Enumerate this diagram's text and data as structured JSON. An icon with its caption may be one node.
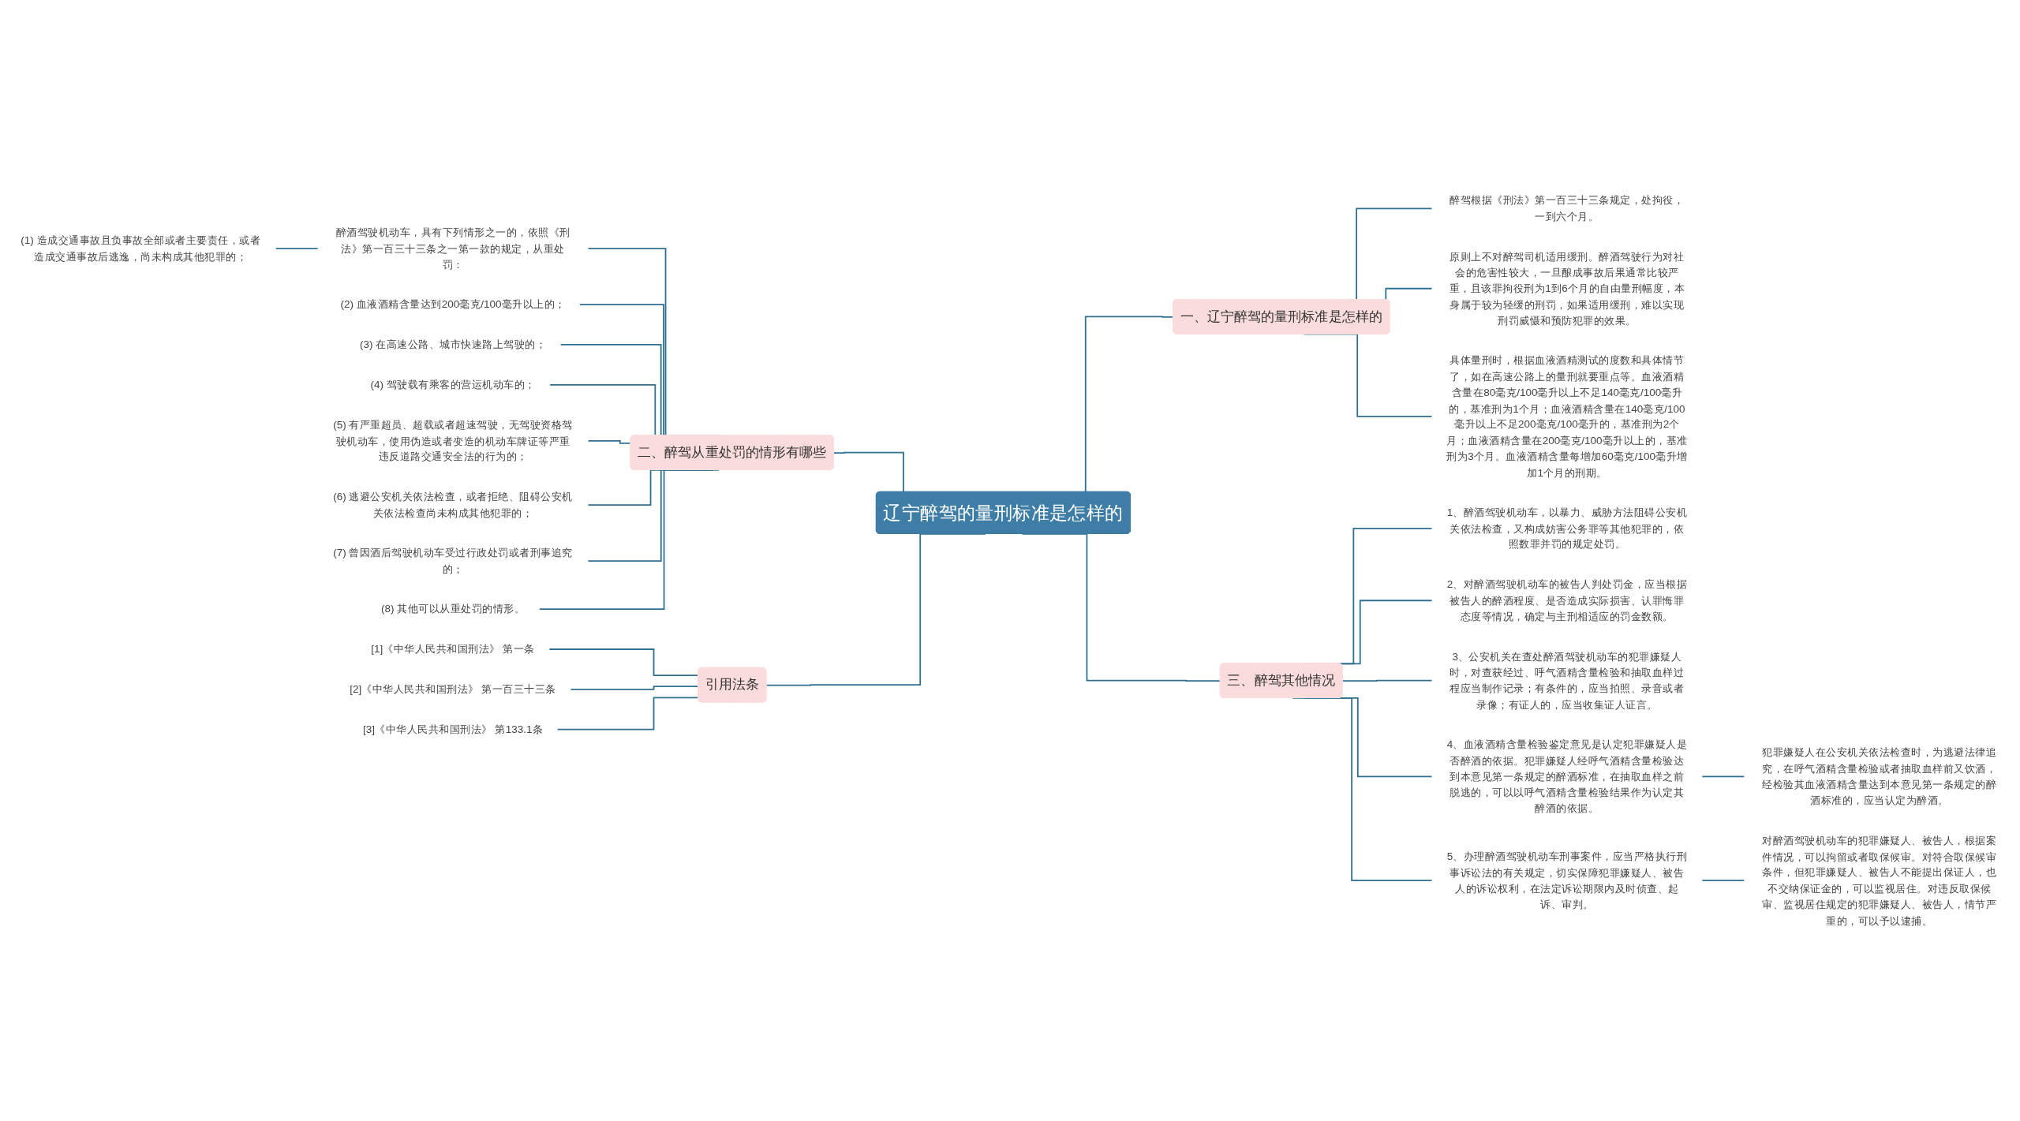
{
  "diagram": {
    "nodes": [
      {
        "text": [
          "辽宁醉驾的量刑标准是怎样的"
        ]
      },
      {
        "text": [
          "一、辽宁醉驾的量刑标准是怎样的"
        ]
      },
      {
        "text": [
          "醉驾根据《刑法》第一百三十三条规定，处拘役，一到六个月。"
        ]
      },
      {
        "text": [
          "原则上不对醉驾司机适用缓刑。醉酒驾驶行为对社会的危害性较大，一旦酿成事故后果通常比较严重，且该罪拘役刑为1到6个月的自由量刑幅度，本身属于较为轻缓的刑罚，如果适用缓刑，难以实现刑罚威慑和预防犯罪的效果。"
        ]
      },
      {
        "text": [
          "具体量刑时，根据血液酒精测试的度数和具体情节了，如在高速公路上的量刑就要重点等。血液酒精含量在80毫克/100毫升以上不足140毫克/100毫升的，基准刑为1个月；血液酒精含量在140毫克/100毫升以上不足200毫克/100毫升的，基准刑为2个月；血液酒精含量在200毫克/100毫升以上的，基准刑为3个月。血液酒精含量每增加60毫克/100毫升增加1个月的刑期。"
        ]
      },
      {
        "text": [
          "二、醉驾从重处罚的情形有哪些"
        ]
      },
      {
        "text": [
          "醉酒驾驶机动车，具有下列情形之一的，依照《刑法》第一百三十三条之一第一款的规定，从重处罚："
        ]
      },
      {
        "text": [
          "(1) 造成交通事故且负事故全部或者主要责任，或者造成交通事故后逃逸，尚未构成其他犯罪的；"
        ]
      },
      {
        "text": [
          "(2) 血液酒精含量达到200毫克/100毫升以上的；"
        ]
      },
      {
        "text": [
          "(3) 在高速公路、城市快速路上驾驶的；"
        ]
      },
      {
        "text": [
          "(4) 驾驶载有乘客的营运机动车的；"
        ]
      },
      {
        "text": [
          "(5) 有严重超员、超载或者超速驾驶，无驾驶资格驾驶机动车，使用伪造或者变造的机动车牌证等严重违反道路交通安全法的行为的；"
        ]
      },
      {
        "text": [
          "(6) 逃避公安机关依法检查，或者拒绝、阻碍公安机关依法检查尚未构成其他犯罪的；"
        ]
      },
      {
        "text": [
          "(7) 曾因酒后驾驶机动车受过行政处罚或者刑事追究的；"
        ]
      },
      {
        "text": [
          "(8) 其他可以从重处罚的情形。"
        ]
      },
      {
        "text": [
          "三、醉驾其他情况"
        ]
      },
      {
        "text": [
          "1、醉酒驾驶机动车，以暴力、威胁方法阻碍公安机关依法检查，又构成妨害公务罪等其他犯罪的，依照数罪并罚的规定处罚。"
        ]
      },
      {
        "text": [
          "2、对醉酒驾驶机动车的被告人判处罚金，应当根据被告人的醉酒程度、是否造成实际损害、认罪悔罪态度等情况，确定与主刑相适应的罚金数额。"
        ]
      },
      {
        "text": [
          "3、公安机关在查处醉酒驾驶机动车的犯罪嫌疑人时，对查获经过、呼气酒精含量检验和抽取血样过程应当制作记录；有条件的，应当拍照、录音或者录像；有证人的，应当收集证人证言。"
        ]
      },
      {
        "text": [
          "4、血液酒精含量检验鉴定意见是认定犯罪嫌疑人是否醉酒的依据。犯罪嫌疑人经呼气酒精含量检验达到本意见第一条规定的醉酒标准，在抽取血样之前脱逃的，可以以呼气酒精含量检验结果作为认定其醉酒的依据。"
        ]
      },
      {
        "text": [
          "犯罪嫌疑人在公安机关依法检查时，为逃避法律追究，在呼气酒精含量检验或者抽取血样前又饮酒，经检验其血液酒精含量达到本意见第一条规定的醉酒标准的，应当认定为醉酒。"
        ]
      },
      {
        "text": [
          "5、办理醉酒驾驶机动车刑事案件，应当严格执行刑事诉讼法的有关规定，切实保障犯罪嫌疑人、被告人的诉讼权利，在法定诉讼期限内及时侦查、起诉、审判。"
        ]
      },
      {
        "text": [
          "对醉酒驾驶机动车的犯罪嫌疑人、被告人，根据案件情况，可以拘留或者取保候审。对符合取保候审条件，但犯罪嫌疑人、被告人不能提出保证人，也不交纳保证金的，可以监视居住。对违反取保候审、监视居住规定的犯罪嫌疑人、被告人，情节严重的，可以予以逮捕。"
        ]
      },
      {
        "text": [
          "引用法条"
        ]
      },
      {
        "text": [
          "[1]《中华人民共和国刑法》 第一条"
        ]
      },
      {
        "text": [
          "[2]《中华人民共和国刑法》 第一百三十三条"
        ]
      },
      {
        "text": [
          "[3]《中华人民共和国刑法》 第133.1条"
        ]
      }
    ],
    "edges": [
      {
        "from": 0,
        "to": 1,
        "arrow": "none"
      },
      {
        "from": 1,
        "to": 2,
        "arrow": "none"
      },
      {
        "from": 1,
        "to": 3,
        "arrow": "none"
      },
      {
        "from": 1,
        "to": 4,
        "arrow": "none"
      },
      {
        "from": 5,
        "to": 0,
        "arrow": "none"
      },
      {
        "from": 6,
        "to": 5,
        "arrow": "none"
      },
      {
        "from": 7,
        "to": 6,
        "arrow": "none"
      },
      {
        "from": 8,
        "to": 5,
        "arrow": "none"
      },
      {
        "from": 9,
        "to": 5,
        "arrow": "none"
      },
      {
        "from": 10,
        "to": 5,
        "arrow": "none"
      },
      {
        "from": 11,
        "to": 5,
        "arrow": "none"
      },
      {
        "from": 12,
        "to": 5,
        "arrow": "none"
      },
      {
        "from": 13,
        "to": 5,
        "arrow": "none"
      },
      {
        "from": 14,
        "to": 5,
        "arrow": "none"
      },
      {
        "from": 0,
        "to": 15,
        "arrow": "none"
      },
      {
        "from": 15,
        "to": 16,
        "arrow": "none"
      },
      {
        "from": 15,
        "to": 17,
        "arrow": "none"
      },
      {
        "from": 15,
        "to": 18,
        "arrow": "none"
      },
      {
        "from": 15,
        "to": 19,
        "arrow": "none"
      },
      {
        "from": 19,
        "to": 20,
        "arrow": "none"
      },
      {
        "from": 15,
        "to": 21,
        "arrow": "none"
      },
      {
        "from": 21,
        "to": 22,
        "arrow": "none"
      },
      {
        "from": 23,
        "to": 0,
        "arrow": "none"
      },
      {
        "from": 24,
        "to": 23,
        "arrow": "none"
      },
      {
        "from": 25,
        "to": 23,
        "arrow": "none"
      },
      {
        "from": 26,
        "to": 23,
        "arrow": "none"
      }
    ]
  }
}
